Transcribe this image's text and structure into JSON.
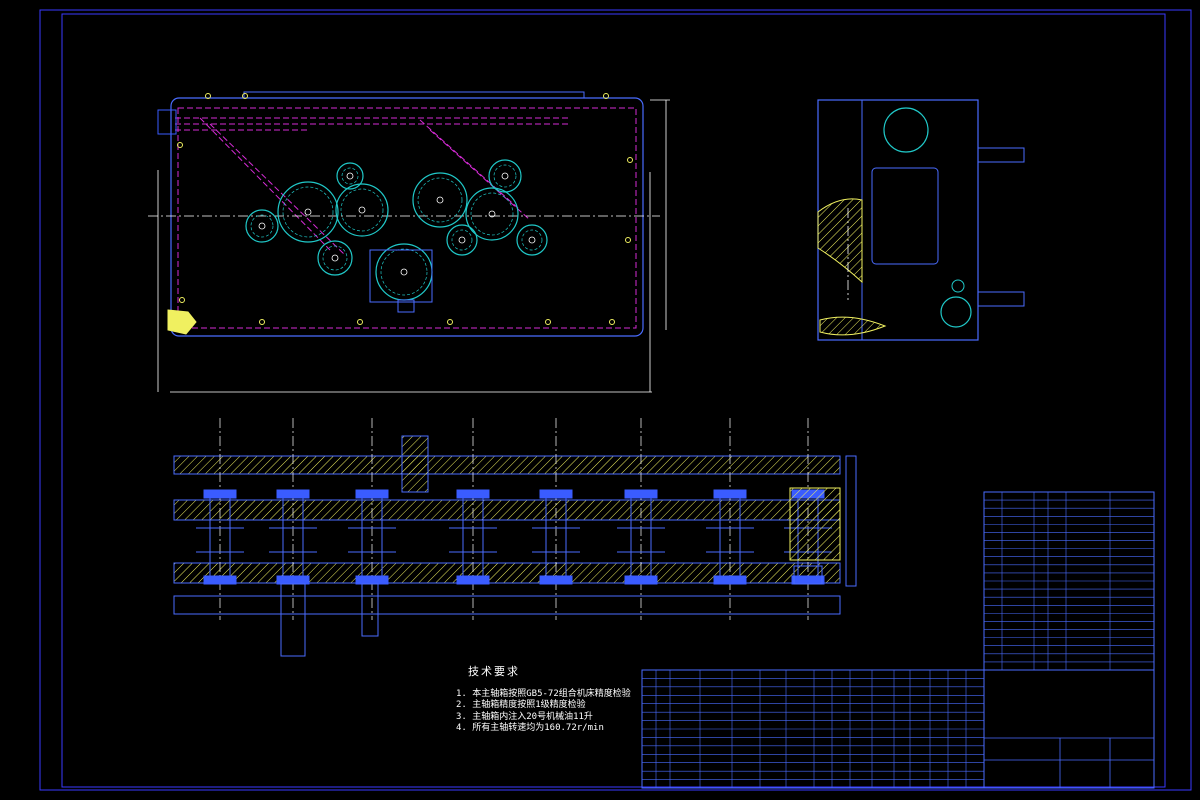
{
  "colors": {
    "background": "#000000",
    "frame": "#3a3aff",
    "outline": "#4a6cff",
    "hidden_line": "#d42bd4",
    "center_line": "#ffffff",
    "gear_circle": "#20c8c8",
    "hatch": "#f0f060",
    "shaft_end": "#3a5cff",
    "table_line": "#4a6cff",
    "table_text": "#f0f060",
    "annotation": "#ffffff"
  },
  "technical_requirements": {
    "title": "技术要求",
    "notes": [
      "1. 本主轴箱按照GB5-72组合机床精度检验",
      "2. 主轴箱精度按照1级精度检验",
      "3. 主轴箱内注入20号机械油11升",
      "4. 所有主轴转速均为160.72r/min"
    ]
  }
}
